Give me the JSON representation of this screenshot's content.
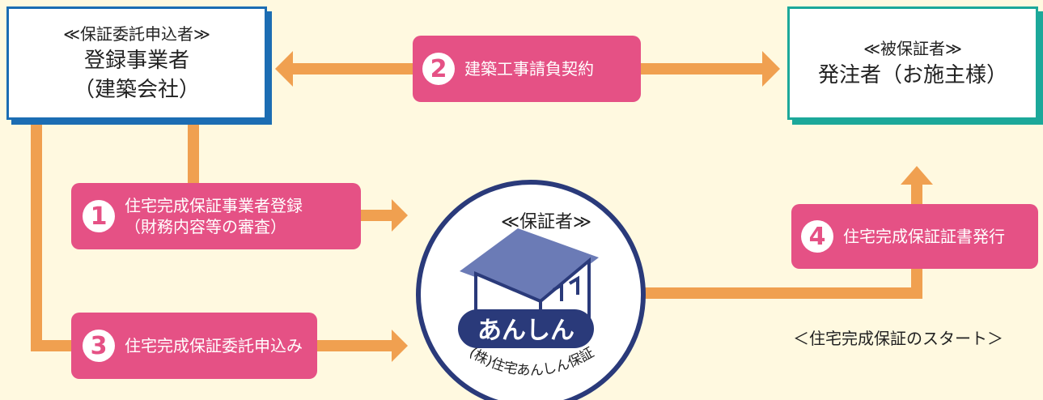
{
  "contractor": {
    "role": "≪保証委託申込者≫",
    "line1": "登録事業者",
    "line2": "（建築会社）"
  },
  "client": {
    "role": "≪被保証者≫",
    "name": "発注者（お施主様）"
  },
  "guarantor": {
    "role": "≪保証者≫",
    "logo_text": "あんしん",
    "company": "(株)住宅あんしん保証"
  },
  "steps": [
    {
      "number": "1",
      "line1": "住宅完成保証事業者登録",
      "line2": "（財務内容等の審査）"
    },
    {
      "number": "2",
      "line1": "建築工事請負契約"
    },
    {
      "number": "3",
      "line1": "住宅完成保証委託申込み"
    },
    {
      "number": "4",
      "line1": "住宅完成保証証書発行"
    }
  ],
  "note": "＜住宅完成保証のスタート＞",
  "colors": {
    "background": "#fff9e0",
    "arrow": "#f0a050",
    "pill": "#e55185",
    "contractor_border": "#1c6db3",
    "client_border": "#1ca89a",
    "emblem_navy": "#2a3a7a"
  }
}
